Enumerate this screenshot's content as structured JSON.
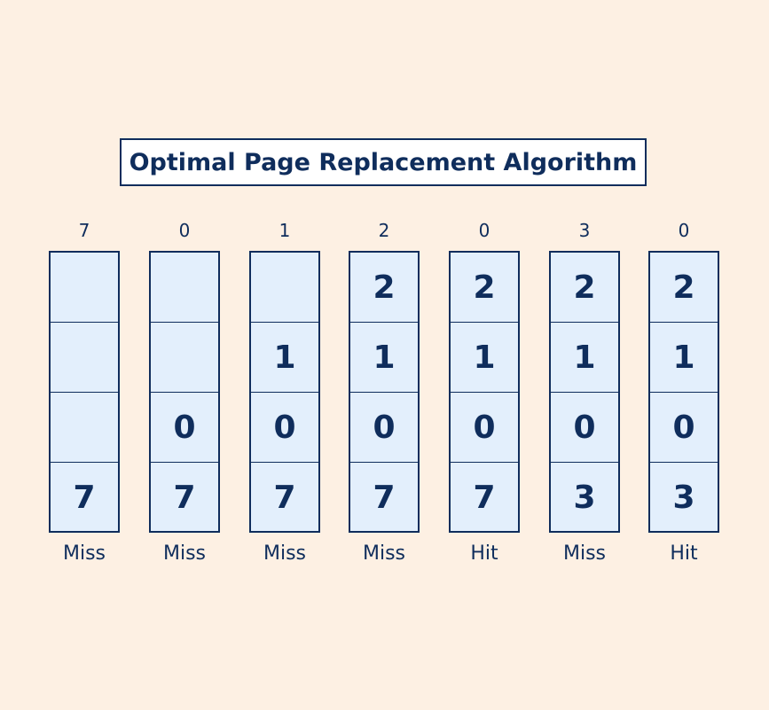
{
  "title": "Optimal Page Replacement Algorithm",
  "steps": [
    {
      "ref": "7",
      "frames": [
        "",
        "",
        "",
        "7"
      ],
      "result": "Miss"
    },
    {
      "ref": "0",
      "frames": [
        "",
        "",
        "0",
        "7"
      ],
      "result": "Miss"
    },
    {
      "ref": "1",
      "frames": [
        "",
        "1",
        "0",
        "7"
      ],
      "result": "Miss"
    },
    {
      "ref": "2",
      "frames": [
        "2",
        "1",
        "0",
        "7"
      ],
      "result": "Miss"
    },
    {
      "ref": "0",
      "frames": [
        "2",
        "1",
        "0",
        "7"
      ],
      "result": "Hit"
    },
    {
      "ref": "3",
      "frames": [
        "2",
        "1",
        "0",
        "3"
      ],
      "result": "Miss"
    },
    {
      "ref": "0",
      "frames": [
        "2",
        "1",
        "0",
        "3"
      ],
      "result": "Hit"
    }
  ]
}
